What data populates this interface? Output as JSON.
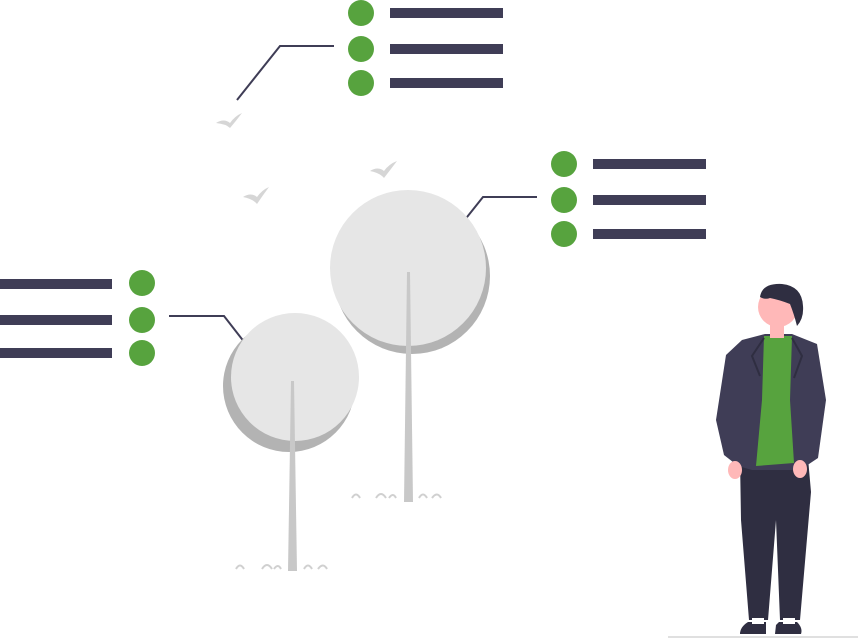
{
  "illustration": {
    "subject": "person-looking-at-trees-with-list-callouts",
    "colors": {
      "accent": "#57A33E",
      "dark": "#3F3D56",
      "foliage": "#E6E6E6",
      "foliage_shadow": "#B3B3B3",
      "trunk": "#C8C8C8",
      "skin": "#FFB8B8",
      "hair": "#2F2E41",
      "line": "#3F3D56",
      "ground": "#E0E0E0"
    },
    "callouts": [
      {
        "id": "top-list",
        "items": 3
      },
      {
        "id": "right-list",
        "items": 3
      },
      {
        "id": "left-list",
        "items": 3
      }
    ],
    "icons": [
      "bird-icon",
      "tree-icon",
      "person-figure",
      "bullet-icon"
    ]
  }
}
